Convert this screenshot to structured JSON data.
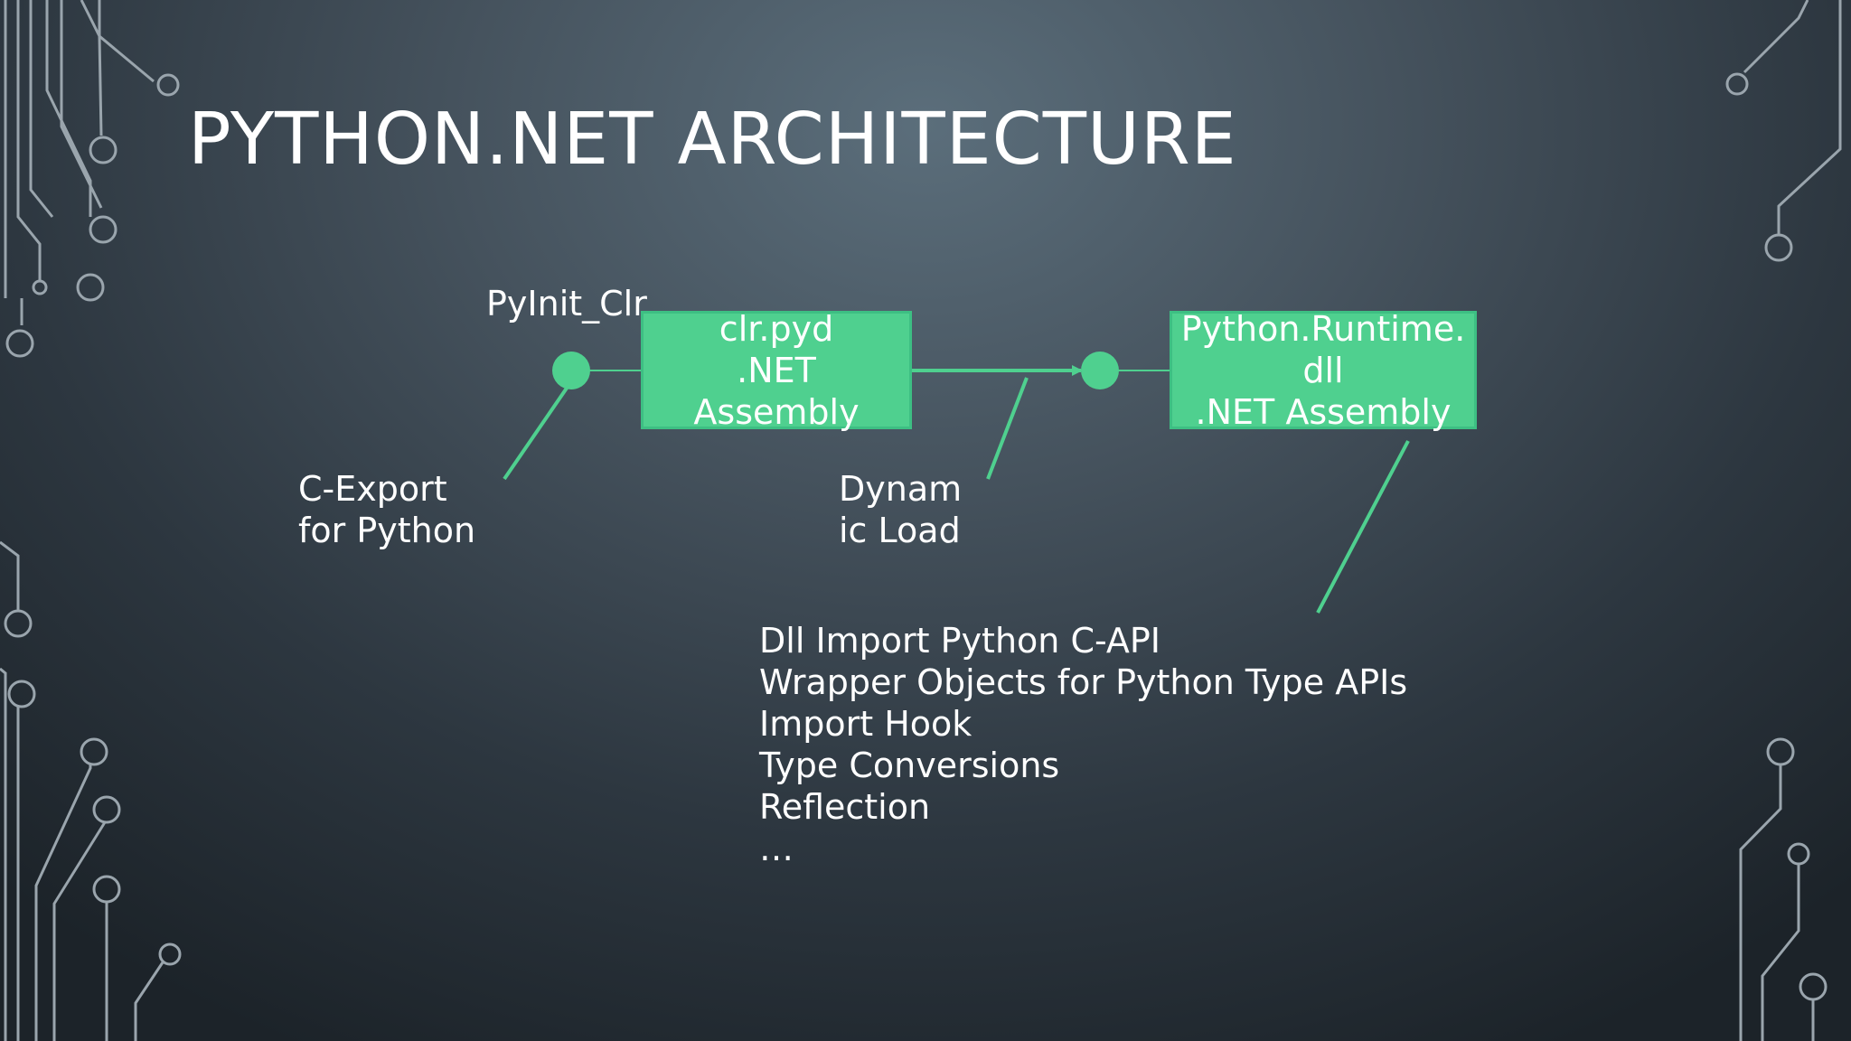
{
  "slide": {
    "title": "PYTHON.NET ARCHITECTURE",
    "accent_color": "#4fd08f",
    "circuit_color": "#9aa5ad"
  },
  "diagram": {
    "entry_label": "PyInit_Clr",
    "clr_box": {
      "lines": [
        "clr.pyd",
        ".NET",
        "Assembly"
      ]
    },
    "runtime_box": {
      "lines": [
        "Python.Runtime.",
        "dll",
        ".NET Assembly"
      ]
    },
    "cexport_label": [
      "C-Export",
      "for Python"
    ],
    "dynamic_label": [
      "Dynam",
      "ic Load"
    ],
    "runtime_features": [
      "Dll Import Python C-API",
      "Wrapper Objects for Python Type APIs",
      "Import Hook",
      "Type Conversions",
      "Reflection",
      "…"
    ]
  }
}
